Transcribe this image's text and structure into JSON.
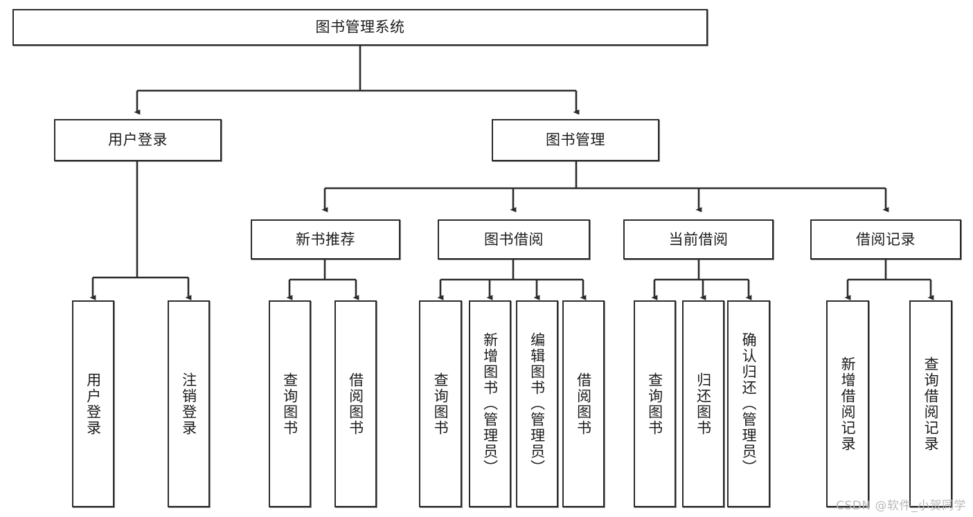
{
  "diagram": {
    "type": "tree-hierarchy",
    "title": "图书管理系统",
    "watermark": "CSDN @软件_小贺同学",
    "style": {
      "box_border_color": "#2b2b2b",
      "box_fill_color": "#ffffff",
      "edge_color": "#2b2b2b",
      "text_color": "#1b1b1b",
      "watermark_color": "#b9b9b9",
      "background": "#ffffff"
    },
    "root": {
      "id": "root",
      "label": "图书管理系统"
    },
    "level2": [
      {
        "id": "user-login",
        "label": "用户登录"
      },
      {
        "id": "book-manage",
        "label": "图书管理"
      }
    ],
    "level3": [
      {
        "id": "new-book-rec",
        "label": "新书推荐",
        "parent": "book-manage"
      },
      {
        "id": "book-borrow",
        "label": "图书借阅",
        "parent": "book-manage"
      },
      {
        "id": "current-borrow",
        "label": "当前借阅",
        "parent": "book-manage"
      },
      {
        "id": "borrow-record",
        "label": "借阅记录",
        "parent": "book-manage"
      }
    ],
    "leaves": [
      {
        "id": "leaf-user-login",
        "label": "用户登录",
        "parent": "user-login"
      },
      {
        "id": "leaf-logout",
        "label": "注销登录",
        "parent": "user-login"
      },
      {
        "id": "leaf-query-book-1",
        "label": "查询图书",
        "parent": "new-book-rec"
      },
      {
        "id": "leaf-borrow-book-1",
        "label": "借阅图书",
        "parent": "new-book-rec"
      },
      {
        "id": "leaf-query-book-2",
        "label": "查询图书",
        "parent": "book-borrow"
      },
      {
        "id": "leaf-add-book",
        "label": "新增图书（管理员）",
        "parent": "book-borrow"
      },
      {
        "id": "leaf-edit-book",
        "label": "编辑图书（管理员）",
        "parent": "book-borrow"
      },
      {
        "id": "leaf-borrow-book-2",
        "label": "借阅图书",
        "parent": "book-borrow"
      },
      {
        "id": "leaf-query-book-3",
        "label": "查询图书",
        "parent": "current-borrow"
      },
      {
        "id": "leaf-return-book",
        "label": "归还图书",
        "parent": "current-borrow"
      },
      {
        "id": "leaf-confirm-return",
        "label": "确认归还（管理员）",
        "parent": "current-borrow"
      },
      {
        "id": "leaf-add-record",
        "label": "新增借阅记录",
        "parent": "borrow-record"
      },
      {
        "id": "leaf-query-record",
        "label": "查询借阅记录",
        "parent": "borrow-record"
      }
    ]
  }
}
